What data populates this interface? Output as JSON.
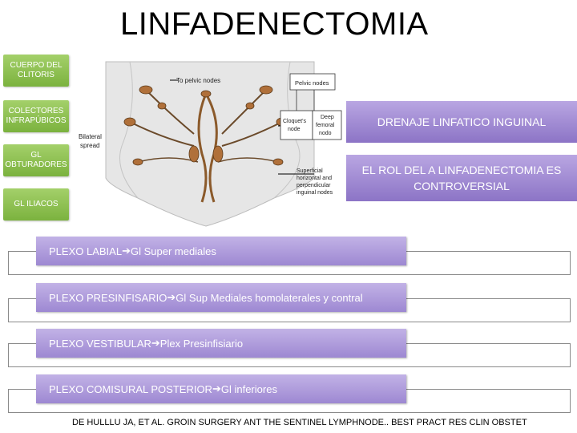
{
  "title": "LINFADENECTOMIA",
  "green_boxes": [
    {
      "label": "CUERPO  DEL CLITORIS"
    },
    {
      "label": "COLECTORES INFRAPÚBICOS"
    },
    {
      "label": "GL OBTURADORES"
    },
    {
      "label": "GL ILIACOS"
    }
  ],
  "purple_boxes": {
    "drenaje": "DRENAJE LINFATICO INGUINAL",
    "rol": "EL ROL DEL A LINFADENECTOMIA ES CONTROVERSIAL"
  },
  "diagram": {
    "to_pelvic": "To pelvic nodes",
    "pelvic": "Pelvic nodes",
    "bilateral_1": "Bilateral",
    "bilateral_2": "spread",
    "cloquet_1": "Cloquet's",
    "cloquet_2": "node",
    "deep_1": "Deep",
    "deep_2": "femoral",
    "deep_3": "nodo",
    "sup_1": "Superficial",
    "sup_2": "horizontal and",
    "sup_3": "perpendicular",
    "sup_4": "inguinal nodes"
  },
  "plexos": [
    {
      "text": "PLEXO LABIAL "
    },
    {
      "text": "PLEXO PRESINFISARIO"
    },
    {
      "text": "PLEXO VESTIBULAR"
    },
    {
      "text": "PLEXO COMISURAL POSTERIOR "
    }
  ],
  "plexo_targets": [
    "Gl Super mediales",
    "Gl Sup Mediales  homolaterales y contral",
    " Plex Presinfisiario",
    " Gl inferiores"
  ],
  "citation": "DE  HULLLU JA, ET AL. GROIN SURGERY ANT THE SENTINEL LYMPHNODE.. BEST PRACT RES CLIN OBSTET",
  "colors": {
    "green": "#8cc152",
    "purple": "#9b86d1"
  }
}
